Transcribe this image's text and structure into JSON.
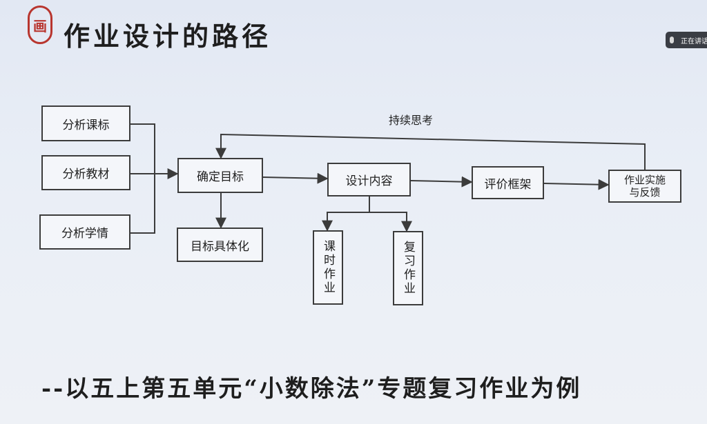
{
  "header": {
    "logo_char": "画",
    "title": "作业设计的路径",
    "badge_text": "正在讲话"
  },
  "diagram": {
    "nodes": {
      "analyze_standards": "分析课标",
      "analyze_textbook": "分析教材",
      "analyze_students": "分析学情",
      "set_goals": "确定目标",
      "concretize_goals": "目标具体化",
      "design_content": "设计内容",
      "lesson_homework": "课时作业",
      "review_homework": "复习作业",
      "evaluation_framework": "评价框架",
      "implement_feedback": "作业实施\n与反馈"
    },
    "loop_label": "持续思考"
  },
  "footer": {
    "subtitle": "--以五上第五单元“小数除法”专题复习作业为例"
  },
  "colors": {
    "logo": "#b8352e",
    "line": "#3b3b3b",
    "background": "#e6ebf4"
  }
}
